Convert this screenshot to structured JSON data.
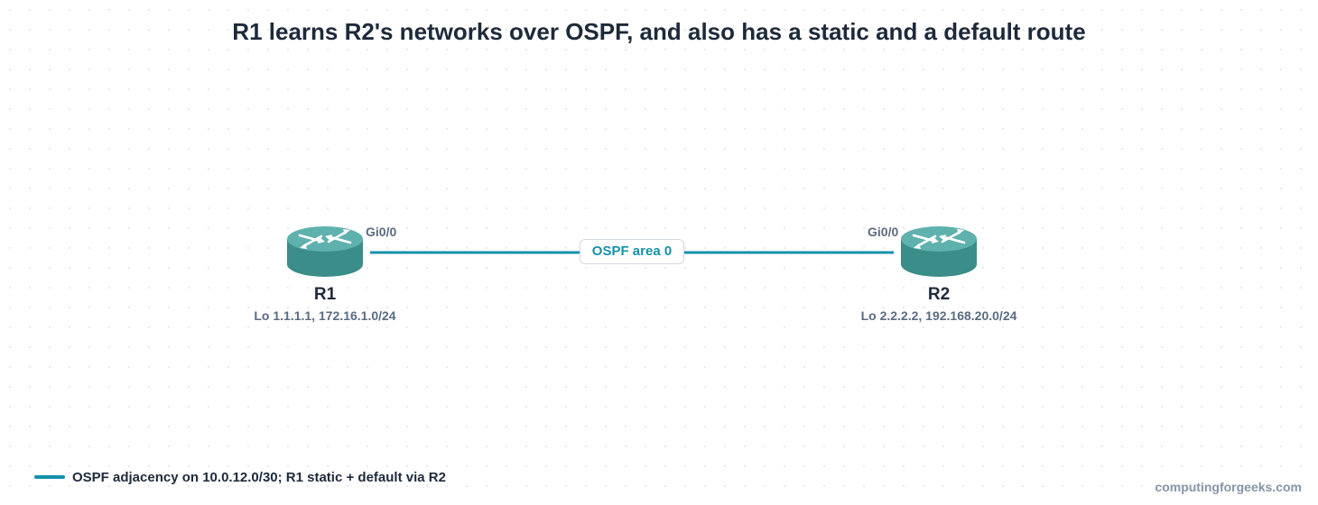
{
  "title": "R1 learns R2's networks over OSPF, and also has a static and a default route",
  "colors": {
    "link": "#1591ab",
    "router_top": "#5fb1ad",
    "router_body": "#3a8d88",
    "text_dark": "#1e2a3a",
    "text_muted": "#5b6b80"
  },
  "routers": [
    {
      "name": "R1",
      "subtitle": "Lo 1.1.1.1, 172.16.1.0/24",
      "interface": "Gi0/0",
      "icon": "router-icon"
    },
    {
      "name": "R2",
      "subtitle": "Lo 2.2.2.2, 192.168.20.0/24",
      "interface": "Gi0/0",
      "icon": "router-icon"
    }
  ],
  "link": {
    "label": "OSPF area 0"
  },
  "legend": {
    "text": "OSPF adjacency on 10.0.12.0/30; R1 static + default via R2"
  },
  "watermark": "computingforgeeks.com"
}
